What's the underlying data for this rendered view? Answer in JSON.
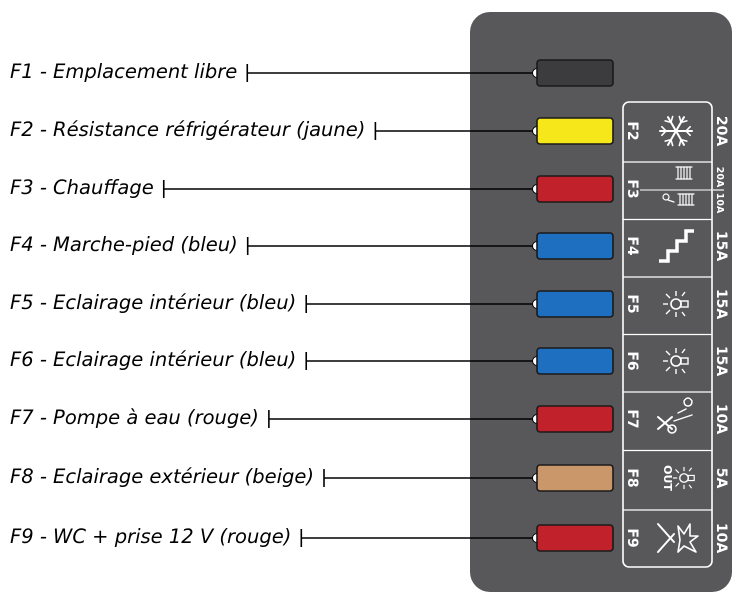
{
  "fuses": [
    {
      "id": "F1",
      "label": "F1 - Emplacement libre",
      "color": "#3c3c3e",
      "code": "",
      "rating": "",
      "rating2": "",
      "icon": ""
    },
    {
      "id": "F2",
      "label": "F2 - Résistance réfrigérateur (jaune)",
      "color": "#f5e71a",
      "code": "F2",
      "rating": "20A",
      "rating2": "",
      "icon": "snowflake-icon"
    },
    {
      "id": "F3",
      "label": "F3 - Chauffage",
      "color": "#c0212a",
      "code": "F3",
      "rating": "20A",
      "rating2": "10A",
      "icon": "heater-icon"
    },
    {
      "id": "F4",
      "label": "F4 - Marche-pied (bleu)",
      "color": "#1f6fc0",
      "code": "F4",
      "rating": "15A",
      "rating2": "",
      "icon": "step-icon"
    },
    {
      "id": "F5",
      "label": "F5 - Eclairage intérieur (bleu)",
      "color": "#1f6fc0",
      "code": "F5",
      "rating": "15A",
      "rating2": "",
      "icon": "interior-light-icon"
    },
    {
      "id": "F6",
      "label": "F6 - Eclairage intérieur (bleu)",
      "color": "#1f6fc0",
      "code": "F6",
      "rating": "15A",
      "rating2": "",
      "icon": "interior-light-icon"
    },
    {
      "id": "F7",
      "label": "F7 - Pompe à eau (rouge)",
      "color": "#c0212a",
      "code": "F7",
      "rating": "10A",
      "rating2": "",
      "icon": "water-pump-icon"
    },
    {
      "id": "F8",
      "label": "F8 - Eclairage extérieur (beige)",
      "color": "#c9976a",
      "code": "F8",
      "rating": "5A",
      "rating2": "",
      "icon": "exterior-light-icon",
      "out_text": "OUT"
    },
    {
      "id": "F9",
      "label": "F9 - WC + prise 12 V (rouge)",
      "color": "#c0212a",
      "code": "F9",
      "rating": "10A",
      "rating2": "",
      "icon": "socket-icon"
    }
  ]
}
